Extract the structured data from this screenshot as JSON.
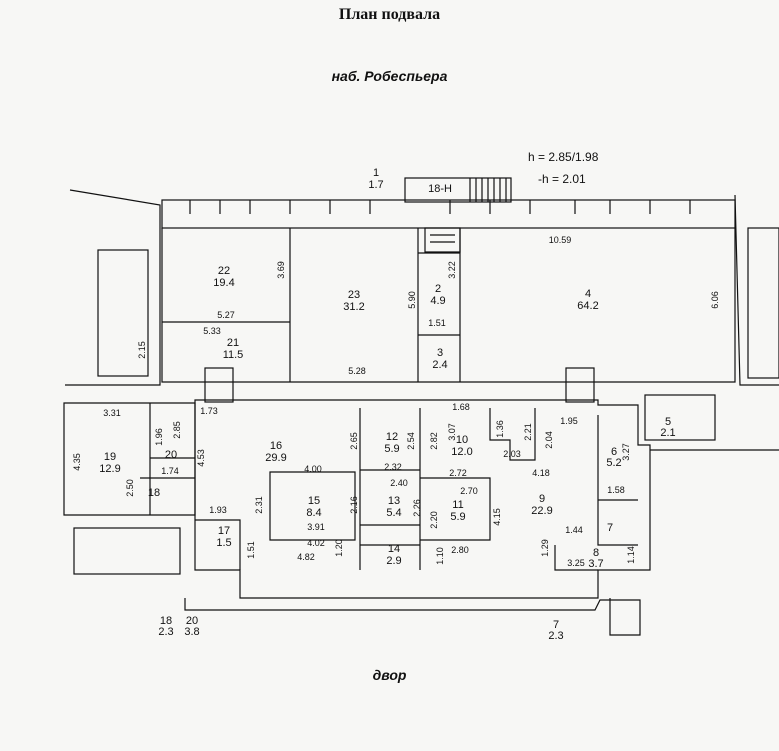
{
  "title": "План подвала",
  "street_label": "наб. Робеспьера",
  "yard_label": "двор",
  "height_note_1": "h = 2.85/1.98",
  "height_note_2": "-h = 2.01",
  "stair_label": "18-Н",
  "rooms": [
    {
      "num": "1",
      "area": "1.7"
    },
    {
      "num": "2",
      "area": "4.9"
    },
    {
      "num": "3",
      "area": "2.4"
    },
    {
      "num": "4",
      "area": "64.2"
    },
    {
      "num": "5",
      "area": "2.1"
    },
    {
      "num": "6",
      "area": "5.2"
    },
    {
      "num": "7",
      "area": ""
    },
    {
      "num": "8",
      "area": "3.7"
    },
    {
      "num": "9",
      "area": "22.9"
    },
    {
      "num": "10",
      "area": "12.0"
    },
    {
      "num": "11",
      "area": "5.9"
    },
    {
      "num": "12",
      "area": "5.9"
    },
    {
      "num": "13",
      "area": "5.4"
    },
    {
      "num": "14",
      "area": "2.9"
    },
    {
      "num": "15",
      "area": "8.4"
    },
    {
      "num": "16",
      "area": "29.9"
    },
    {
      "num": "17",
      "area": "1.5"
    },
    {
      "num": "18",
      "area": ""
    },
    {
      "num": "19",
      "area": "12.9"
    },
    {
      "num": "20",
      "area": ""
    },
    {
      "num": "21",
      "area": "11.5"
    },
    {
      "num": "22",
      "area": "19.4"
    },
    {
      "num": "23",
      "area": "31.2"
    }
  ],
  "outside": [
    {
      "num": "18",
      "area": "2.3"
    },
    {
      "num": "20",
      "area": "3.8"
    },
    {
      "num": "7",
      "area": "2.3"
    }
  ],
  "dimensions": [
    "10.59",
    "6.06",
    "3.69",
    "5.27",
    "5.33",
    "2.15",
    "5.90",
    "3.22",
    "1.51",
    "5.28",
    "1.73",
    "3.31",
    "1.96",
    "2.85",
    "4.35",
    "4.53",
    "1.74",
    "2.50",
    "4.00",
    "2.65",
    "2.54",
    "2.32",
    "2.40",
    "2.82",
    "3.07",
    "1.68",
    "1.36",
    "2.21",
    "2.04",
    "1.95",
    "3.27",
    "2.03",
    "2.72",
    "4.18",
    "2.70",
    "2.31",
    "2.16",
    "2.26",
    "3.91",
    "1.93",
    "1.51",
    "4.02",
    "4.82",
    "1.20",
    "2.20",
    "4.15",
    "1.10",
    "2.80",
    "1.58",
    "1.44",
    "1.14",
    "3.25",
    "1.29"
  ]
}
